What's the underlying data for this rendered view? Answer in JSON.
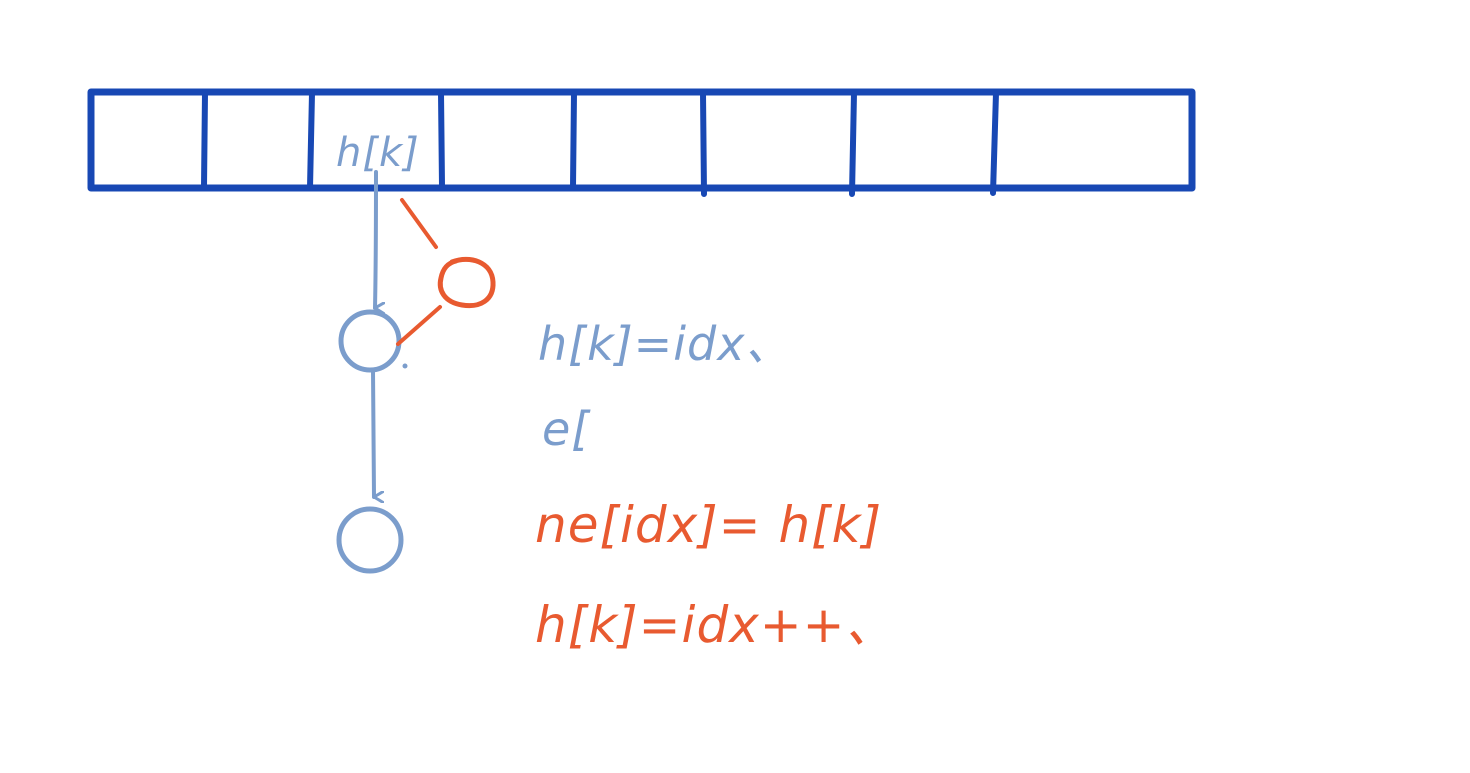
{
  "colors": {
    "array_border": "#1848b4",
    "light_blue": "#7b9dcc",
    "orange": "#e85a30",
    "background": "#ffffff"
  },
  "array": {
    "cell_count": 8,
    "label": "h[k]"
  },
  "notes": {
    "line1": "h[k]=idx、",
    "line2": "e[",
    "line3": "ne[idx]= h[k]",
    "line4": "h[k]=idx++、"
  }
}
